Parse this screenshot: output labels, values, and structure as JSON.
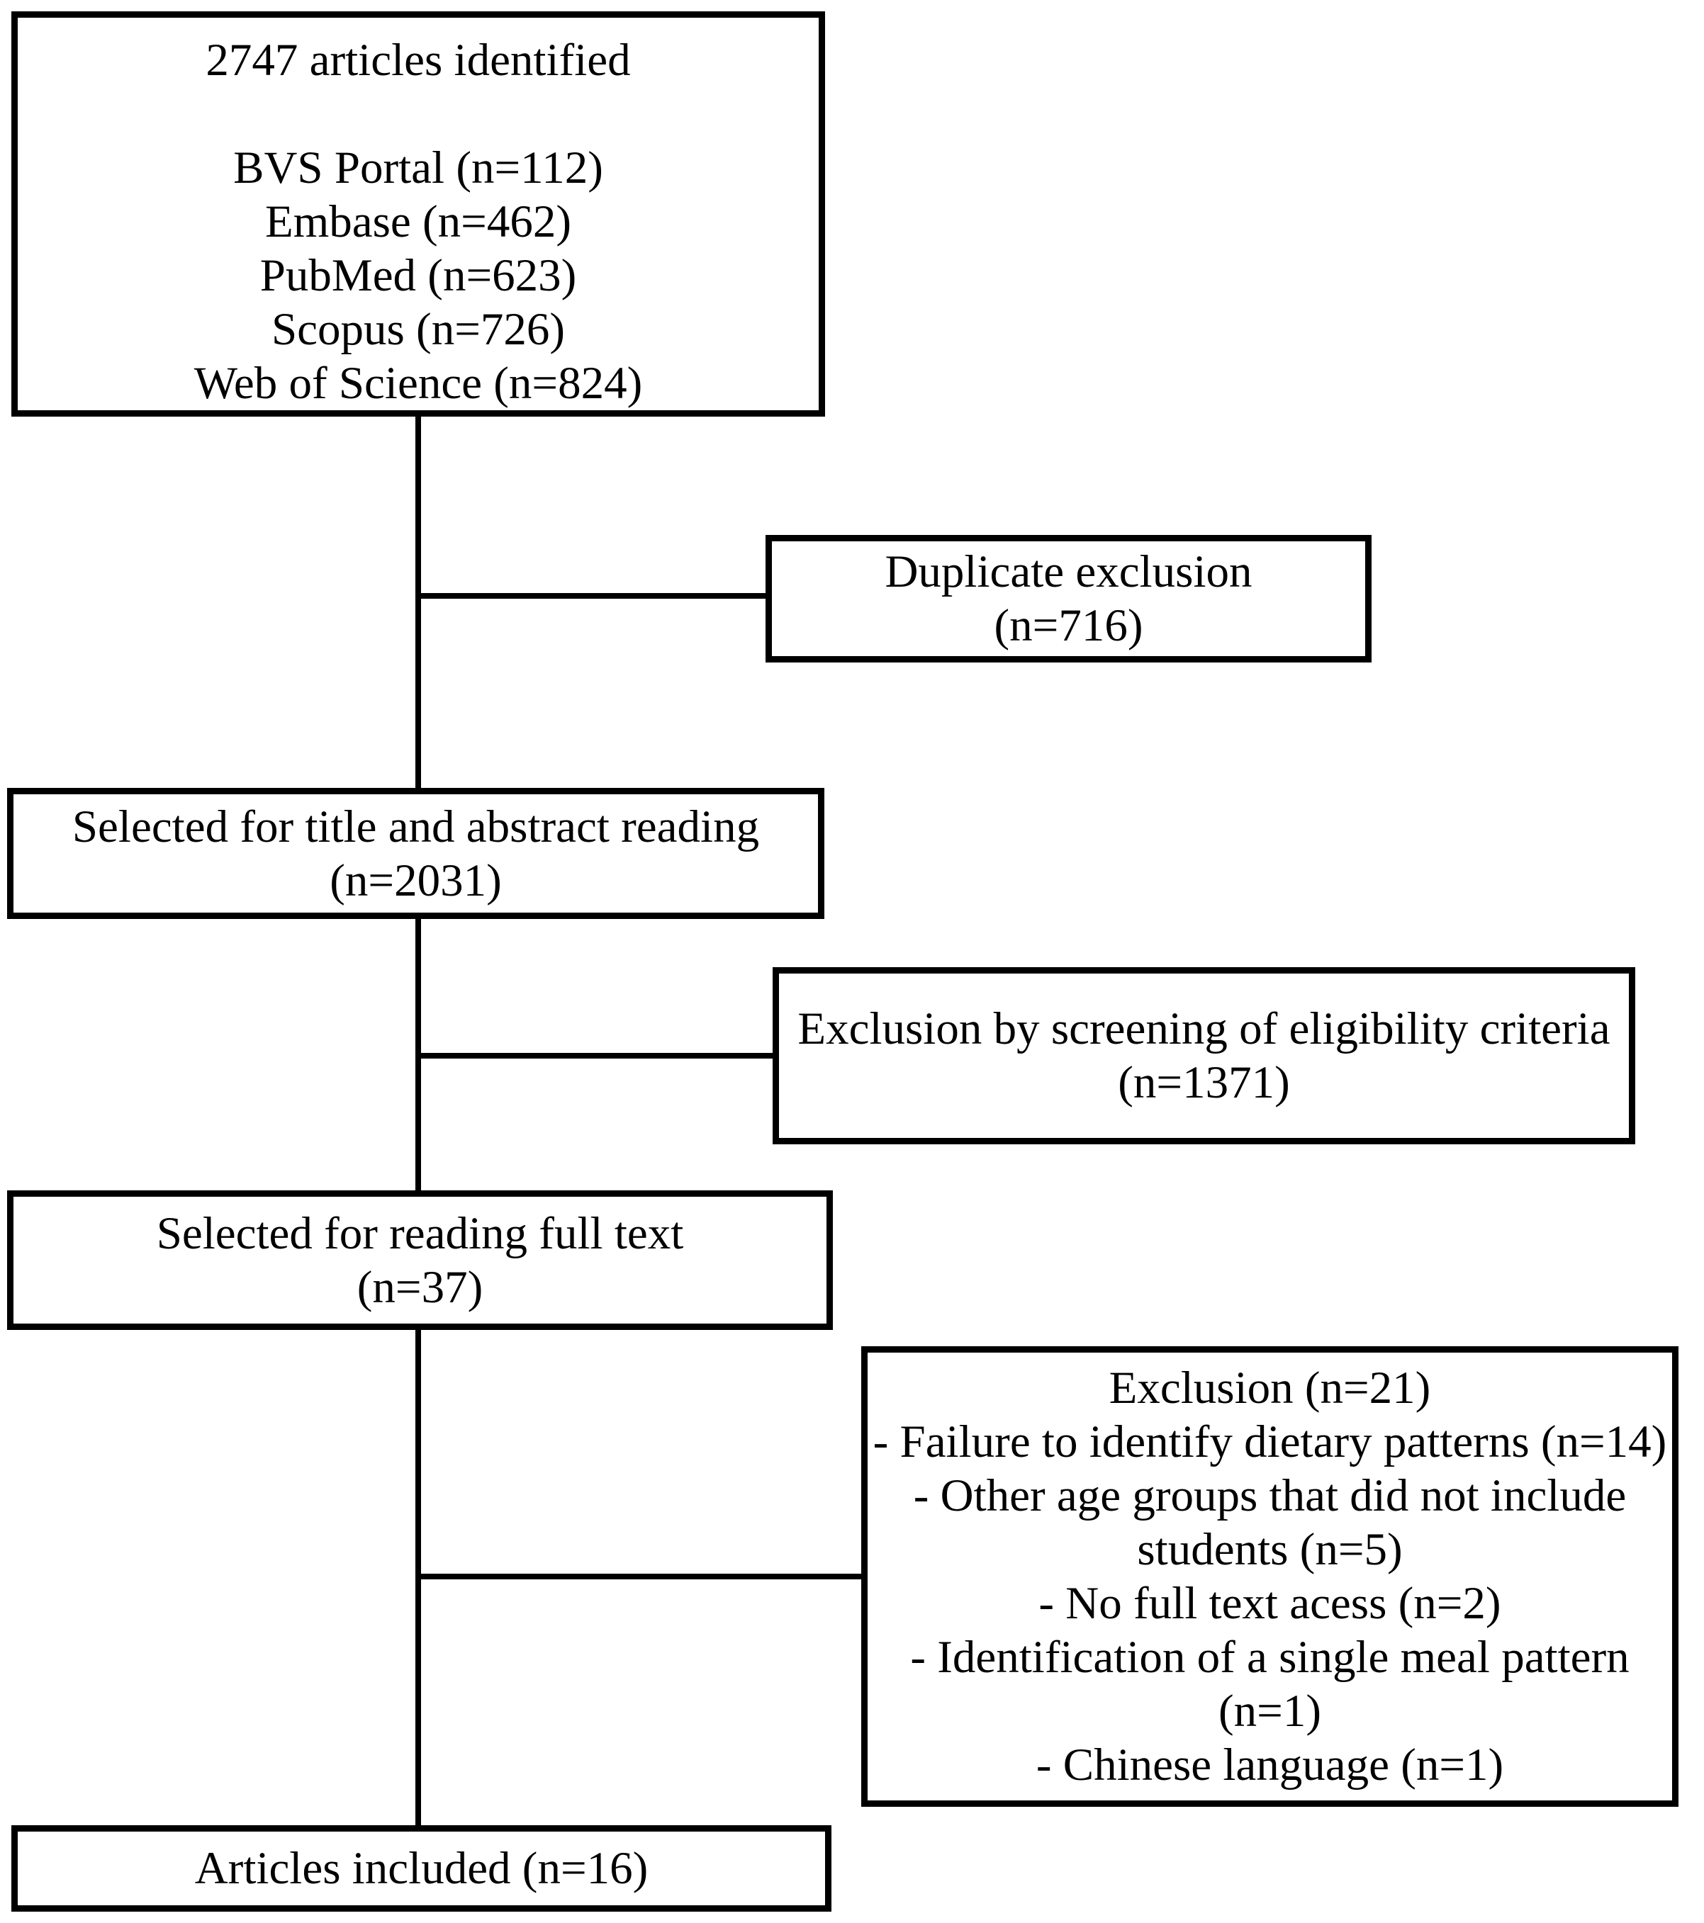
{
  "colors": {
    "background": "#ffffff",
    "line": "#000000",
    "text": "#000000"
  },
  "flowchart": {
    "nodes": [
      {
        "id": "articles-identified",
        "lines": [
          "2747 articles identified",
          "",
          "BVS Portal (n=112)",
          "Embase (n=462)",
          "PubMed (n=623)",
          "Scopus (n=726)",
          "Web of Science (n=824)"
        ]
      },
      {
        "id": "duplicate-exclusion",
        "lines": [
          "Duplicate exclusion",
          "(n=716)"
        ]
      },
      {
        "id": "title-abstract-selection",
        "lines": [
          "Selected for title and abstract reading",
          "(n=2031)"
        ]
      },
      {
        "id": "eligibility-exclusion",
        "lines": [
          "Exclusion by screening of eligibility criteria",
          "(n=1371)"
        ]
      },
      {
        "id": "full-text-selection",
        "lines": [
          "Selected for reading full text",
          "(n=37)"
        ]
      },
      {
        "id": "full-text-exclusion",
        "lines": [
          "Exclusion (n=21)",
          "- Failure to identify dietary patterns (n=14)",
          "- Other age groups that did not include",
          "students (n=5)",
          "- No full text acess (n=2)",
          "- Identification of a single meal pattern",
          "(n=1)",
          "- Chinese language (n=1)"
        ]
      },
      {
        "id": "articles-included",
        "lines": [
          "Articles included (n=16)"
        ]
      }
    ]
  }
}
